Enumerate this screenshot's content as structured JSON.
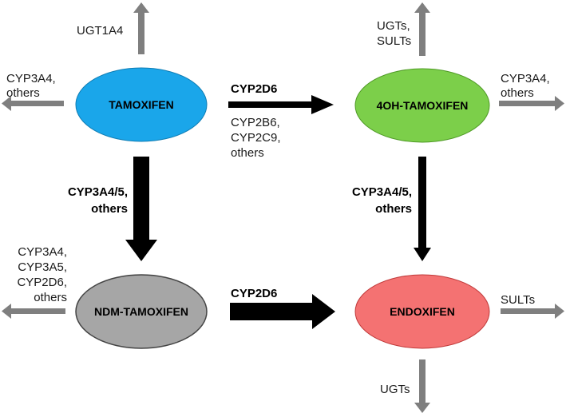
{
  "nodes": {
    "tamoxifen": {
      "label": "TAMOXIFEN",
      "color": "#1aa6ea"
    },
    "oh_tamoxifen": {
      "label": "4OH-TAMOXIFEN",
      "color": "#7ccf4a"
    },
    "ndm_tamoxifen": {
      "label": "NDM-TAMOXIFEN",
      "color": "#a6a6a6"
    },
    "endoxifen": {
      "label": "ENDOXIFEN",
      "color": "#f47272"
    }
  },
  "edges": {
    "tam_to_oh": {
      "major": "CYP2D6",
      "minor": [
        "CYP2B6,",
        "CYP2C9,",
        "others"
      ]
    },
    "tam_to_ndm": {
      "lines": [
        "CYP3A4/5,",
        "others"
      ]
    },
    "oh_to_endox": {
      "lines": [
        "CYP3A4/5,",
        "others"
      ]
    },
    "ndm_to_endox": {
      "major": "CYP2D6"
    }
  },
  "side_pathways": {
    "tam_up": [
      "UGT1A4"
    ],
    "tam_left": [
      "CYP3A4,",
      "others"
    ],
    "oh_up": [
      "UGTs,",
      "SULTs"
    ],
    "oh_right": [
      "CYP3A4,",
      "others"
    ],
    "ndm_left": [
      "CYP3A4,",
      "CYP3A5,",
      "CYP2D6,",
      "others"
    ],
    "endox_right": [
      "SULTs"
    ],
    "endox_down": [
      "UGTs"
    ]
  },
  "colors": {
    "major_arrow": "#000000",
    "minor_arrow": "#7f7f7f"
  }
}
